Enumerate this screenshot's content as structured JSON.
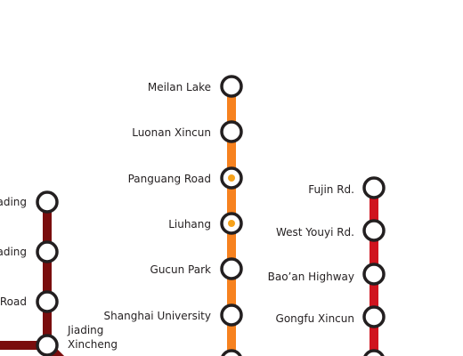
{
  "lines": [
    {
      "id": "orange",
      "color": "#f7821f",
      "stations": [
        {
          "name": "Meilan Lake",
          "transfer": false
        },
        {
          "name": "Luonan Xincun",
          "transfer": false
        },
        {
          "name": "Panguang Road",
          "transfer": true
        },
        {
          "name": "Liuhang",
          "transfer": true
        },
        {
          "name": "Gucun Park",
          "transfer": false
        },
        {
          "name": "Shanghai University",
          "transfer": false
        }
      ]
    },
    {
      "id": "red",
      "color": "#d0141e",
      "stations": [
        {
          "name": "Fujin Rd.",
          "transfer": false
        },
        {
          "name": "West Youyi Rd.",
          "transfer": false
        },
        {
          "name": "Bao’an Highway",
          "transfer": false
        },
        {
          "name": "Gongfu Xincun",
          "transfer": false
        }
      ]
    },
    {
      "id": "maroon",
      "color": "#7a0d0d",
      "stations": [
        {
          "name": "ading",
          "transfer": false
        },
        {
          "name": "ading",
          "transfer": false
        },
        {
          "name": "Road",
          "transfer": false
        },
        {
          "name": "Jiading Xincheng",
          "name_lines": [
            "Jiading",
            "Xincheng"
          ],
          "transfer": false
        }
      ]
    }
  ],
  "colors": {
    "station_fill": "#ffffff",
    "station_stroke": "#231f20",
    "transfer_dot": "#f6a21b"
  }
}
